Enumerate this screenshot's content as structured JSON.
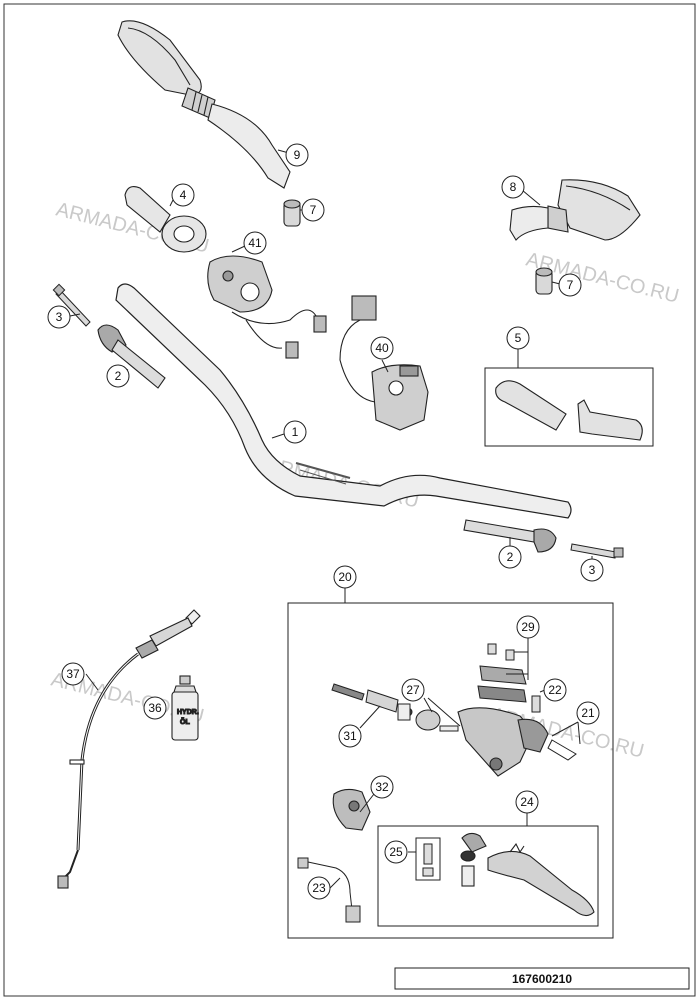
{
  "watermark": "ARMADA-CO.RU",
  "drawing_number": "167600210",
  "bottle_label": [
    "HYDR.",
    "ÖL"
  ],
  "callouts": {
    "c9": "9",
    "c4": "4",
    "c7a": "7",
    "c41": "41",
    "c8": "8",
    "c7b": "7",
    "c3a": "3",
    "c2a": "2",
    "c40": "40",
    "c5": "5",
    "c1": "1",
    "c2b": "2",
    "c3b": "3",
    "c20": "20",
    "c29": "29",
    "c37": "37",
    "c36": "36",
    "c27": "27",
    "c22": "22",
    "c31": "31",
    "c21": "21",
    "c32": "32",
    "c24": "24",
    "c25": "25",
    "c23": "23"
  }
}
